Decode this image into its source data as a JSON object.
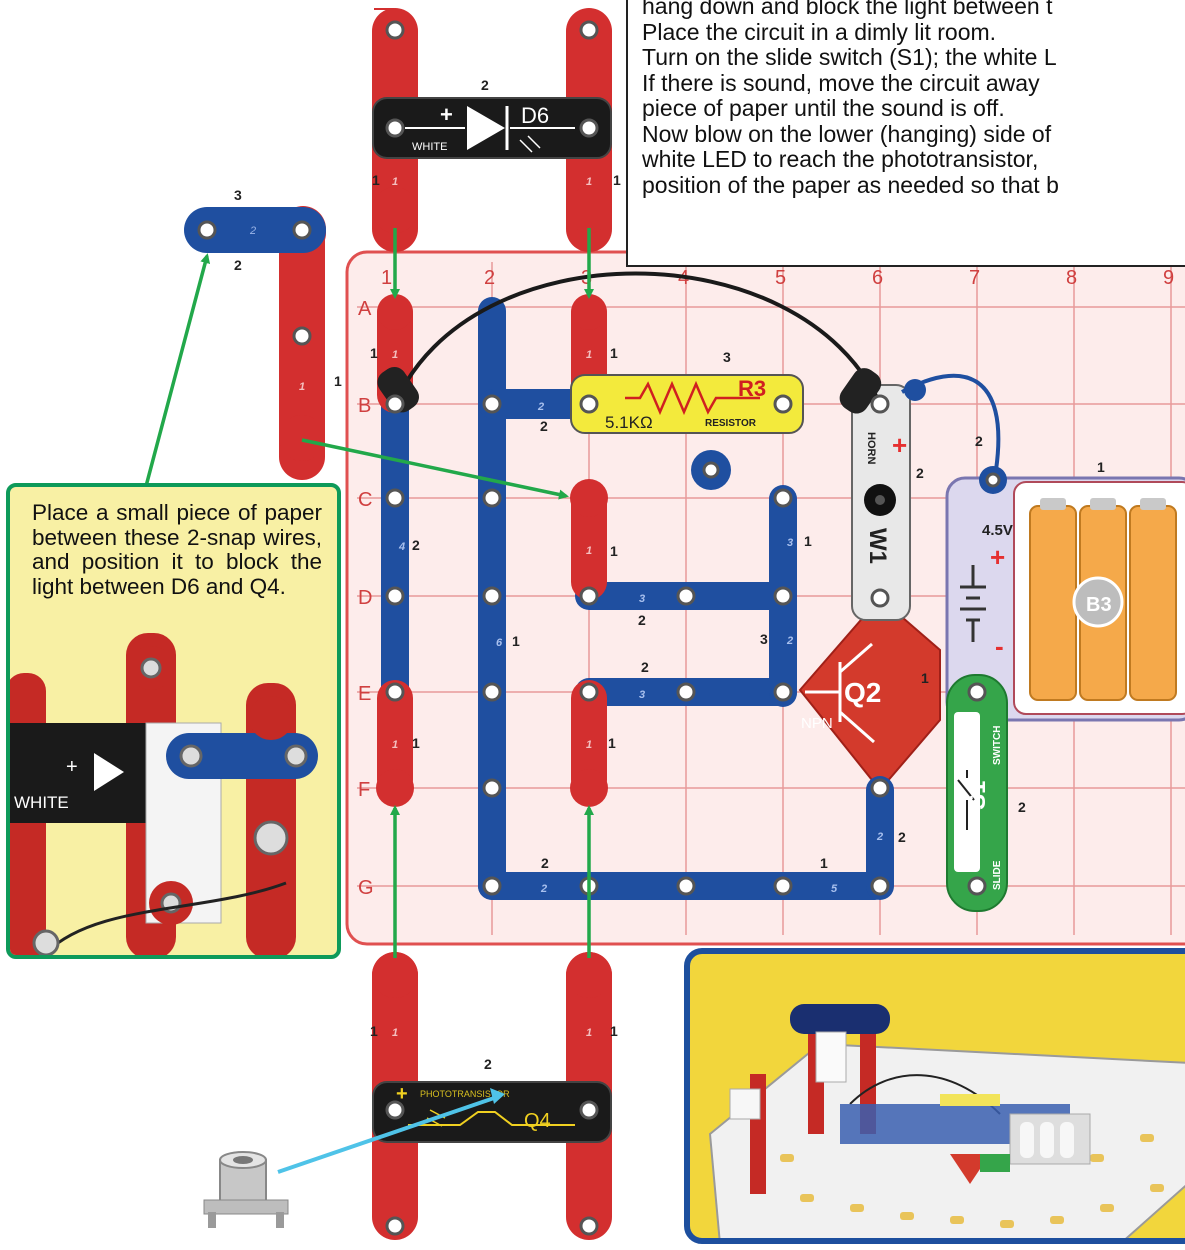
{
  "instructions": {
    "lines": [
      "hang down and block the light between t",
      "Place the circuit in a dimly lit room.",
      "Turn on the slide switch (S1); the white L",
      "If there is sound, move the circuit away",
      "piece of paper until the sound is off.",
      "Now blow on the lower (hanging) side of",
      "white LED to reach the phototransistor,",
      "position of the paper as needed so that b"
    ]
  },
  "callout": {
    "text": "Place a small piece of paper between these 2-snap wires, and position it to block the light between D6 and Q4."
  },
  "grid": {
    "columns": [
      "1",
      "2",
      "3",
      "4",
      "5",
      "6",
      "7",
      "8",
      "9"
    ],
    "rows": [
      "A",
      "B",
      "C",
      "D",
      "E",
      "F",
      "G"
    ]
  },
  "parts": {
    "d6": {
      "id": "D6",
      "plus": "+",
      "label": "WHITE",
      "level": "2"
    },
    "r3": {
      "id": "R3",
      "value": "5.1KΩ",
      "name": "RESISTOR",
      "level": "3"
    },
    "w1": {
      "id": "W1",
      "name": "HORN",
      "plus": "+"
    },
    "b3": {
      "id": "B3",
      "voltage": "4.5V",
      "plus": "+",
      "minus": "-",
      "level": "1"
    },
    "q2": {
      "id": "Q2",
      "type": "NPN"
    },
    "s1": {
      "id": "S1",
      "name": "SLIDE",
      "switch": "SWITCH",
      "level": "2"
    },
    "q4": {
      "id": "Q4",
      "name": "PHOTOTRANSISTOR",
      "plus": "+",
      "level": "2"
    },
    "photo_inset": {
      "label": "WHITE",
      "plus": "+"
    }
  },
  "wires": {
    "w_top_left": {
      "num": "1",
      "lvl": "1"
    },
    "w_top_right": {
      "num": "1",
      "lvl": "1"
    },
    "w_blue_loose": {
      "num": "2",
      "top": "3",
      "bot": "2"
    },
    "w_red_loose": {
      "num": "1",
      "lvl": "1"
    },
    "a1": {
      "num": "1",
      "lvl": "1"
    },
    "a3": {
      "num": "1",
      "lvl": "1"
    },
    "b1_long": {
      "num": "4",
      "lvl": "2"
    },
    "b2_top": {
      "num": "2",
      "lvl": "2"
    },
    "b2_long": {
      "num": "6",
      "lvl": "1"
    },
    "c3": {
      "num": "1",
      "lvl": "1"
    },
    "c5": {
      "num": "3",
      "lvl": "1"
    },
    "d_horiz": {
      "num": "3",
      "lvl": "2"
    },
    "d5": {
      "num": "2",
      "lvl": "3"
    },
    "e_horiz": {
      "num": "3",
      "lvl": "2"
    },
    "e1": {
      "num": "1",
      "lvl": "1"
    },
    "e3": {
      "num": "1",
      "lvl": "1"
    },
    "f6": {
      "num": "2",
      "lvl": "2"
    },
    "g_left": {
      "num": "2",
      "lvl": "2"
    },
    "g_right": {
      "num": "5",
      "lvl": "1"
    },
    "jumper_lvl": "2",
    "q2_lvl": "1",
    "w1_lvl": "2",
    "bot_left": {
      "num": "1",
      "lvl": "1"
    },
    "bot_right": {
      "num": "1",
      "lvl": "1"
    }
  },
  "colors": {
    "red": "#d32f2f",
    "blue": "#1f4fa0",
    "green_wire": "#2e9a3e",
    "arrow_green": "#22a84a",
    "arrow_cyan": "#4fc3e8",
    "grid_red": "#e05050",
    "board_bg": "#fdeceb"
  }
}
